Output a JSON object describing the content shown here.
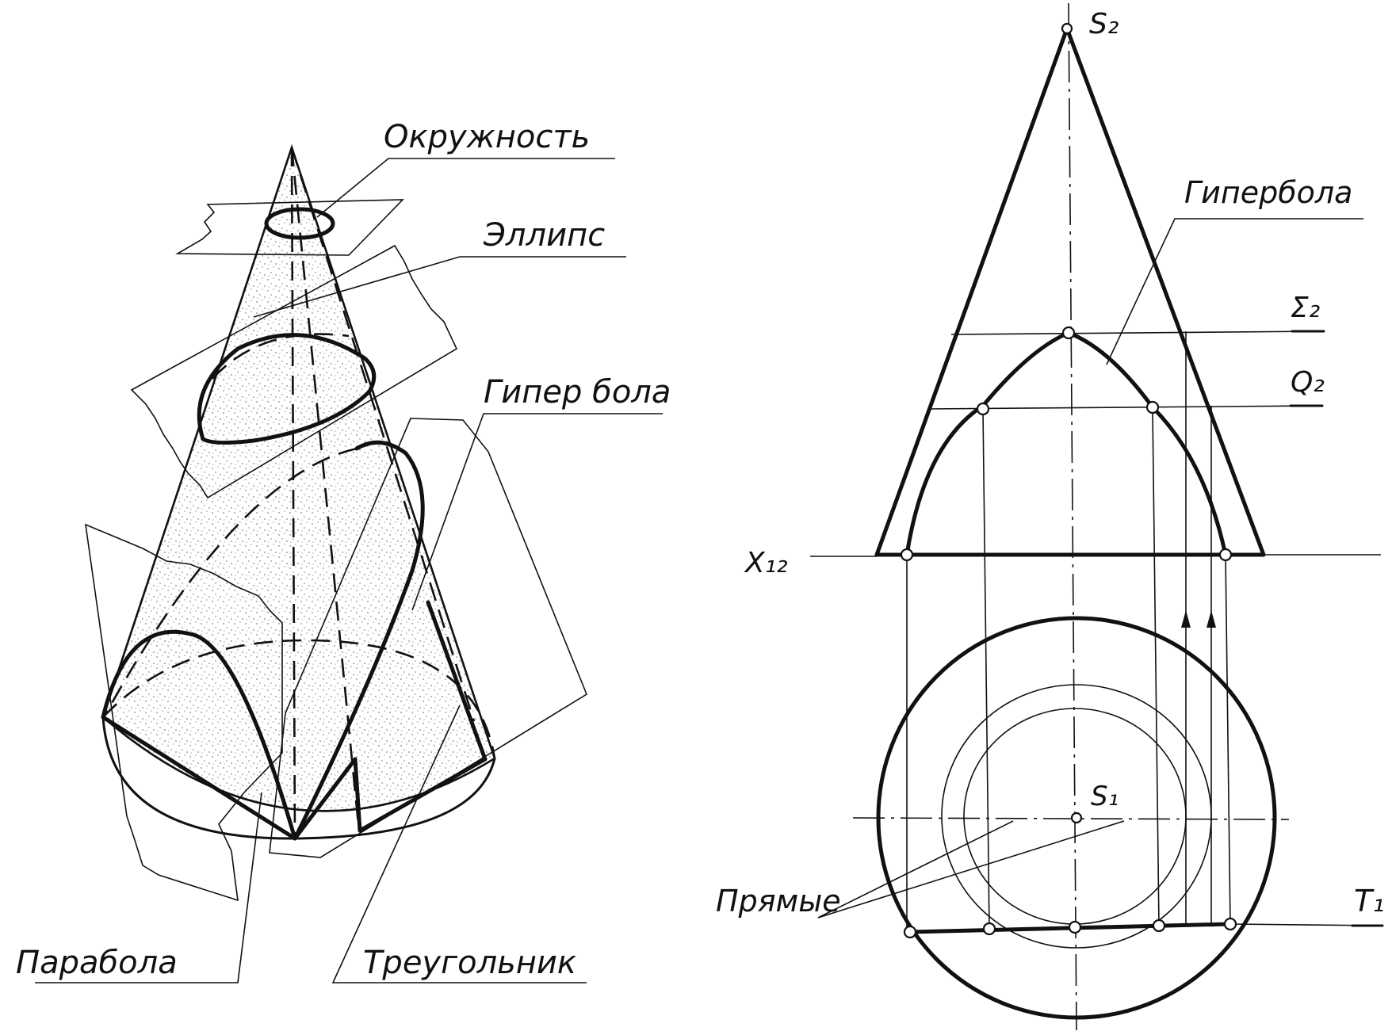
{
  "left_figure": {
    "labels": {
      "circle": "Окружность",
      "ellipse": "Эллипс",
      "hyperbola": "Гипер бола",
      "parabola": "Парабола",
      "triangle": "Треугольник"
    }
  },
  "right_figure": {
    "labels": {
      "apex_front": "S₂",
      "hyperbola": "Гипербола",
      "plane_sigma": "Σ₂",
      "plane_q": "Q₂",
      "axis": "X₁₂",
      "apex_top": "S₁",
      "lines": "Прямые",
      "plane_tau": "Τ₁"
    }
  }
}
